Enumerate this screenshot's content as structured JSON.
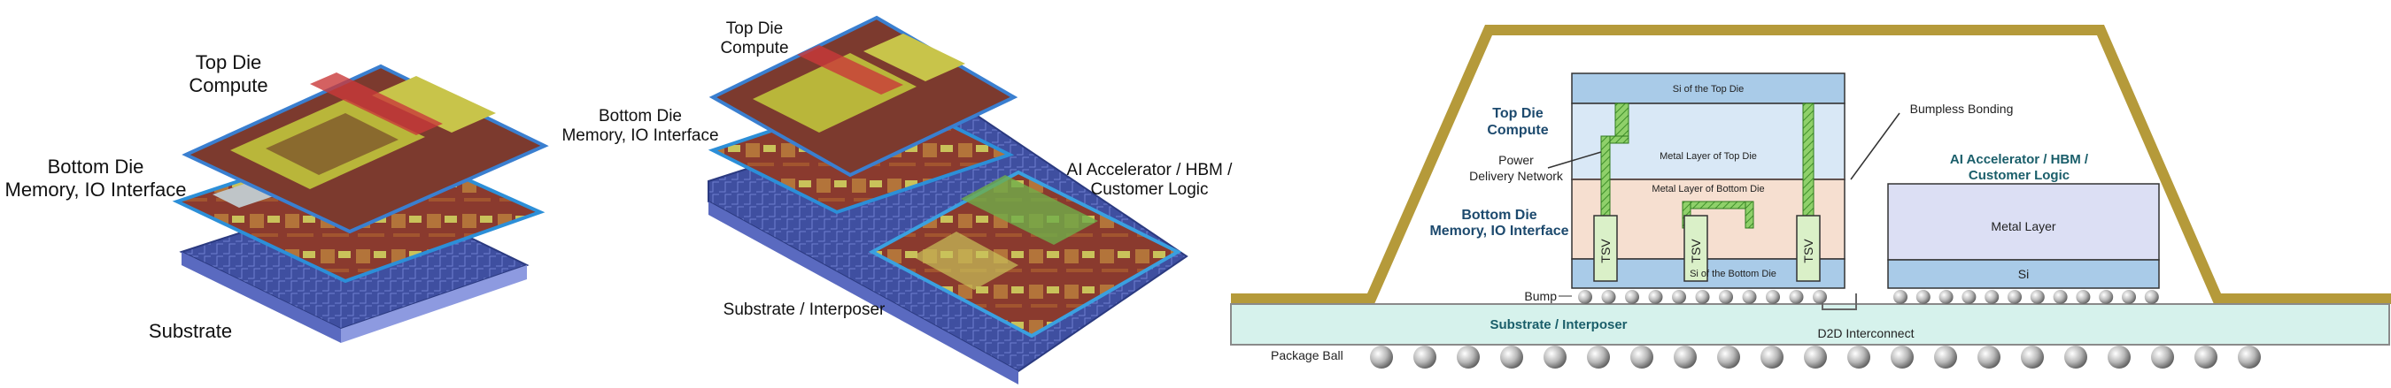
{
  "panel1": {
    "top_die": [
      "Top Die",
      "Compute"
    ],
    "bottom_die": [
      "Bottom Die",
      "Memory, IO Interface"
    ],
    "substrate": "Substrate"
  },
  "panel2": {
    "top_die": [
      "Top Die",
      "Compute"
    ],
    "bottom_die": [
      "Bottom Die",
      "Memory, IO Interface"
    ],
    "ai_accel": [
      "AI Accelerator / HBM /",
      "Customer Logic"
    ],
    "substrate": "Substrate / Interposer"
  },
  "panel3": {
    "si_top": "Si of the Top Die",
    "metal_top": "Metal Layer of Top Die",
    "metal_bottom": "Metal Layer of Bottom Die",
    "si_bottom": "Si of the Bottom Die",
    "top_die": [
      "Top Die",
      "Compute"
    ],
    "bottom_die": [
      "Bottom Die",
      "Memory, IO Interface"
    ],
    "power_network": [
      "Power",
      "Delivery Network"
    ],
    "bumpless": "Bumpless Bonding",
    "ai_accel": [
      "AI Accelerator / HBM /",
      "Customer Logic"
    ],
    "metal_layer": "Metal Layer",
    "si": "Si",
    "tsv": "TSV",
    "bump": "Bump",
    "substrate": "Substrate / Interposer",
    "d2d": "D2D Interconnect",
    "package_ball": "Package Ball"
  },
  "colors": {
    "lid": "#b59a3a",
    "substrate_fill": "#d6f2ec",
    "si_blue": "#a9cbe8",
    "metal_blue": "#d9e8f6",
    "bottom_metal": "#f6dfd0",
    "accel_metal": "#dcdff4",
    "tsv_green": "#daf0c8",
    "pdn_green": "#6cbf4a"
  }
}
